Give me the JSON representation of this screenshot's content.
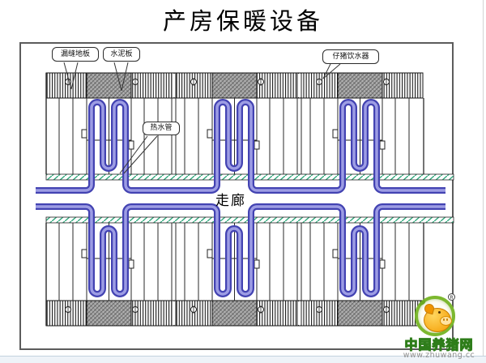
{
  "title": "产房保暖设备",
  "diagram": {
    "labels": {
      "slatted_floor": "漏缝地板",
      "cement_board": "水泥板",
      "piglet_drinker": "仔猪饮水器",
      "hot_water_pipe": "热水管",
      "corridor": "走廊"
    },
    "colors": {
      "pipe_outer": "#4343b2",
      "pipe_inner": "#9d9de4",
      "hatch_green": "#2fa87c",
      "cement_gray": "#b0b0b0",
      "line_black": "#2a2a2a"
    }
  },
  "watermark": {
    "site_name": "中国养猪网",
    "site_url": "www.zhuwang.cc",
    "registered_mark": "R",
    "brand_green": "#7cb82f",
    "brand_orange": "#ffb300"
  }
}
